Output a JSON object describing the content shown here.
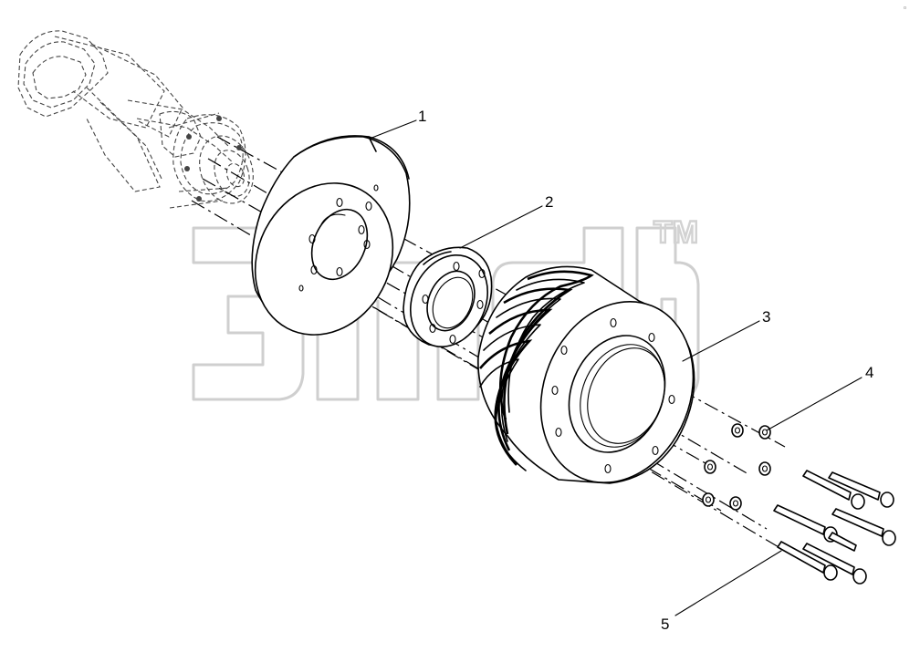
{
  "watermark": {
    "brand": "3mdb",
    "trademark": "TM"
  },
  "callouts": [
    {
      "id": "1",
      "label": "1"
    },
    {
      "id": "2",
      "label": "2"
    },
    {
      "id": "3",
      "label": "3"
    },
    {
      "id": "4",
      "label": "4"
    },
    {
      "id": "5",
      "label": "5"
    }
  ],
  "corner_mark": "ᵒ"
}
